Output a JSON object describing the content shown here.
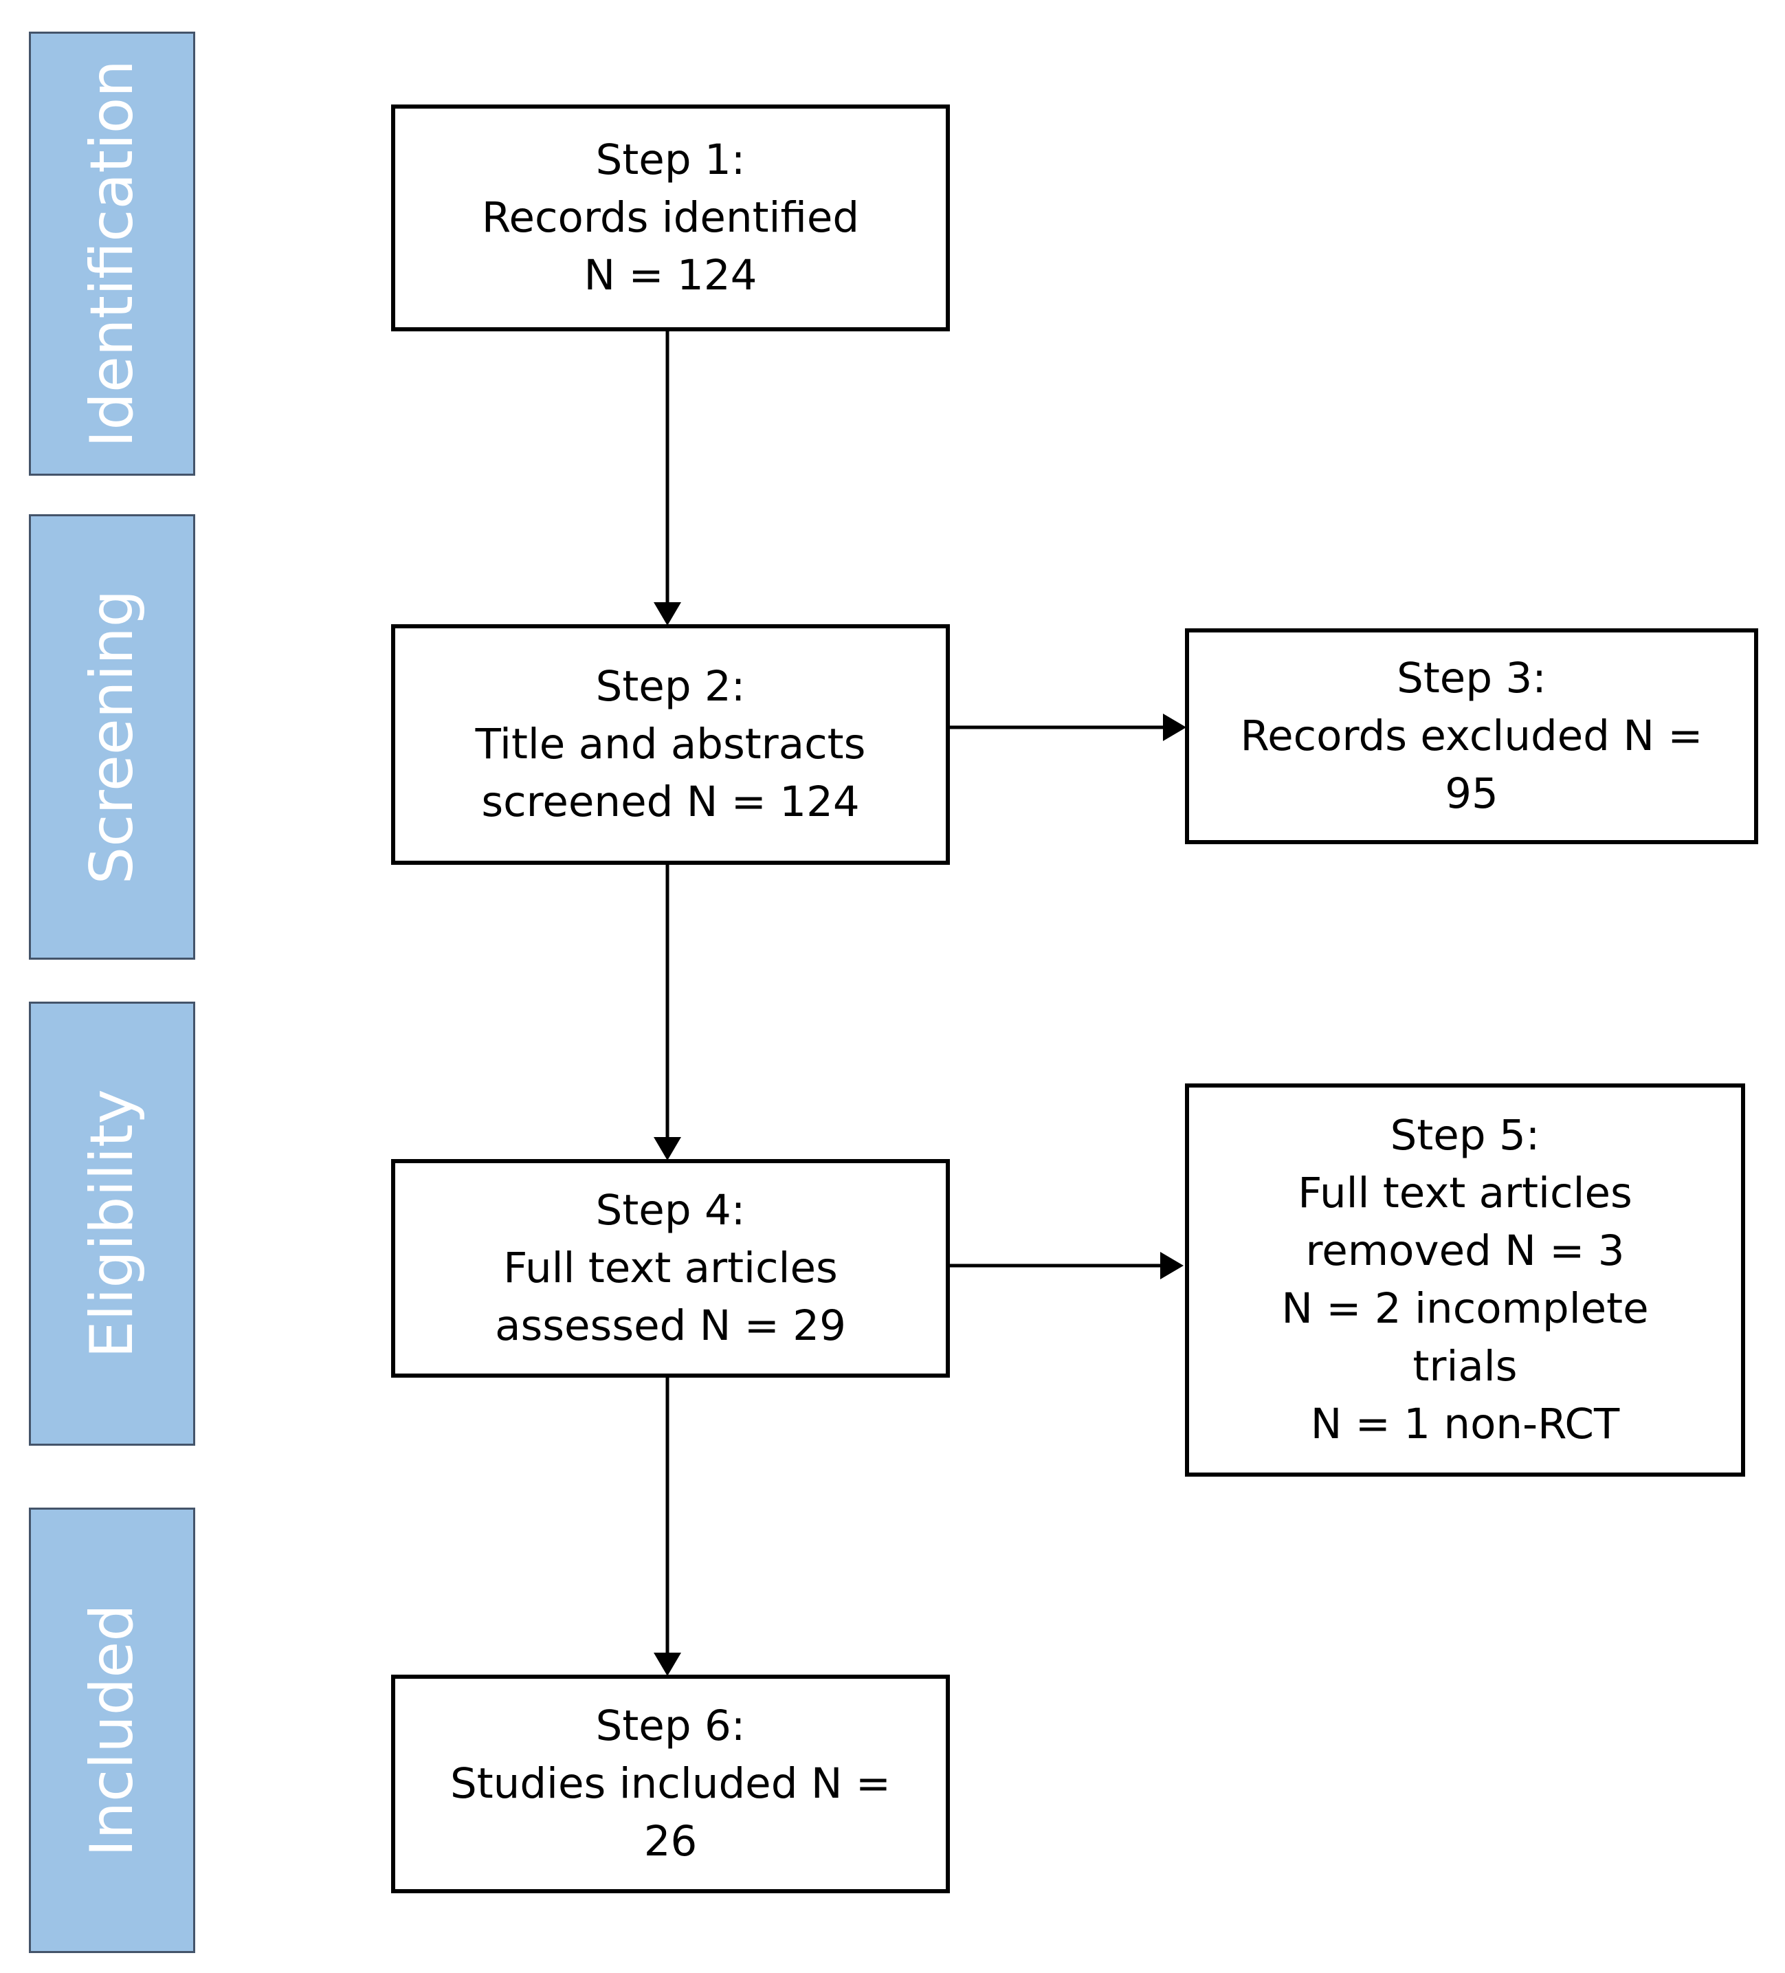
{
  "phases": [
    {
      "label": "Identification"
    },
    {
      "label": "Screening"
    },
    {
      "label": "Eligibility"
    },
    {
      "label": "Included"
    }
  ],
  "boxes": {
    "step1": {
      "lines": [
        "Step 1:",
        "Records identified",
        "N = 124"
      ]
    },
    "step2": {
      "lines": [
        "Step 2:",
        "Title and abstracts",
        "screened N = 124"
      ]
    },
    "step3": {
      "lines": [
        "Step 3:",
        "Records excluded N =",
        "95"
      ]
    },
    "step4": {
      "lines": [
        "Step 4:",
        "Full text articles",
        "assessed N = 29"
      ]
    },
    "step5": {
      "lines": [
        "Step 5:",
        "Full text articles",
        "removed N = 3",
        "N = 2 incomplete",
        "trials",
        "N = 1 non-RCT"
      ]
    },
    "step6": {
      "lines": [
        "Step 6:",
        "Studies included N =",
        "26"
      ]
    }
  },
  "colors": {
    "phase_fill": "#9dc3e6",
    "phase_border": "#44546a",
    "phase_text": "#ffffff",
    "box_border": "#000000",
    "arrow": "#000000"
  }
}
